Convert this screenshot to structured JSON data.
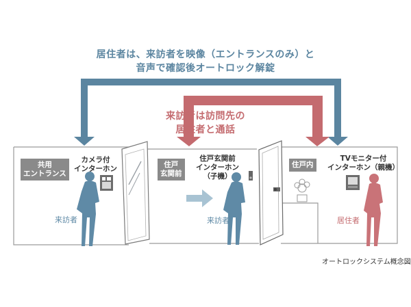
{
  "captions": {
    "resident_control": [
      "居住者は、来訪者を映像（エントランスのみ）と",
      "音声で確認後オートロック解錠"
    ],
    "visitor_call": [
      "来訪者は訪問先の",
      "居住者と通話"
    ]
  },
  "zones": {
    "entrance": [
      "共用",
      "エントランス"
    ],
    "front_door": [
      "住戸",
      "玄関前"
    ],
    "inside": [
      "住戸内"
    ]
  },
  "devices": {
    "camera_intercom": [
      "カメラ付",
      "インターホン"
    ],
    "door_intercom": [
      "住戸玄関前",
      "インターホン",
      "（子機）"
    ],
    "monitor_intercom": [
      "TVモニター付",
      "インターホン（親機）"
    ]
  },
  "people": {
    "visitor_entrance": "来訪者",
    "visitor_door": "来訪者",
    "resident": "居住者"
  },
  "footer": "オートロックシステム概念図",
  "colors": {
    "blue": "#5b85a0",
    "red": "#c46b6f",
    "figure_blue": "#5f8aa6",
    "figure_red": "#c97378",
    "tag_gray": "#8a8a8a"
  }
}
